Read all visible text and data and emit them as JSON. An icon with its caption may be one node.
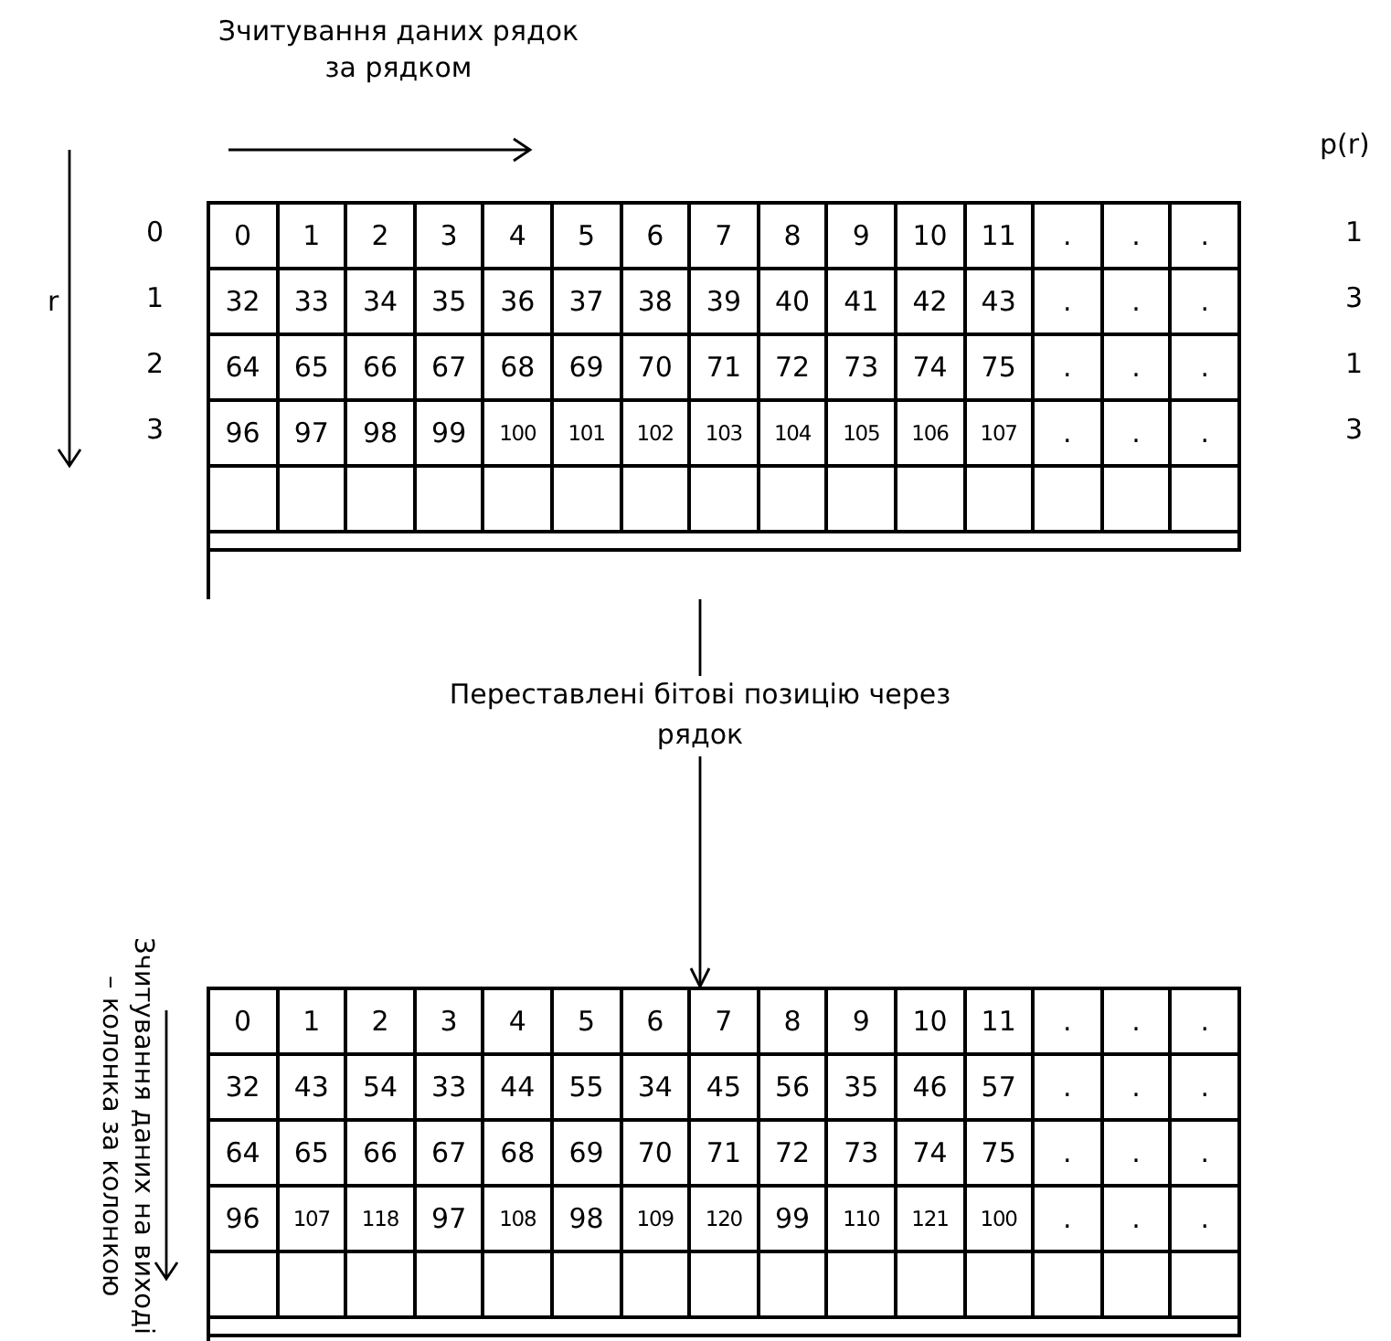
{
  "diagram": {
    "nodes": [
      {
        "text": [
          "0",
          "1",
          "2",
          "3",
          "4",
          "5",
          "6",
          "7",
          "8",
          "9",
          "10",
          "11",
          ".",
          ".",
          ".",
          "32",
          "33",
          "34",
          "35",
          "36",
          "37",
          "38",
          "39",
          "40",
          "41",
          "42",
          "43",
          ".",
          ".",
          ".",
          "64",
          "65",
          "66",
          "67",
          "68",
          "69",
          "70",
          "71",
          "72",
          "73",
          "74",
          "75",
          ".",
          ".",
          ".",
          "96",
          "97",
          "98",
          "99",
          "100",
          "101",
          "102",
          "103",
          "104",
          "105",
          "106",
          "107",
          ".",
          ".",
          "."
        ]
      },
      {
        "text": [
          "0",
          "1",
          "2",
          "3",
          "4",
          "5",
          "6",
          "7",
          "8",
          "9",
          "10",
          "11",
          ".",
          ".",
          ".",
          "32",
          "43",
          "54",
          "33",
          "44",
          "55",
          "34",
          "45",
          "56",
          "35",
          "46",
          "57",
          ".",
          ".",
          ".",
          "64",
          "65",
          "66",
          "67",
          "68",
          "69",
          "70",
          "71",
          "72",
          "73",
          "74",
          "75",
          ".",
          ".",
          ".",
          "96",
          "107",
          "118",
          "97",
          "108",
          "98",
          "109",
          "120",
          "99",
          "110",
          "121",
          "100",
          ".",
          ".",
          "."
        ]
      }
    ],
    "edges": [
      {
        "from": 0,
        "to": 1,
        "arrow": "to",
        "label": "Переставлені бітові позицію через рядок"
      }
    ],
    "labels": [
      "Зчитування даних рядок за рядком",
      "p(r)",
      "r",
      "0",
      "1",
      "1",
      "3",
      "2",
      "1",
      "3",
      "3",
      "Зчитування даних на виході – колонка за колонкою"
    ]
  }
}
